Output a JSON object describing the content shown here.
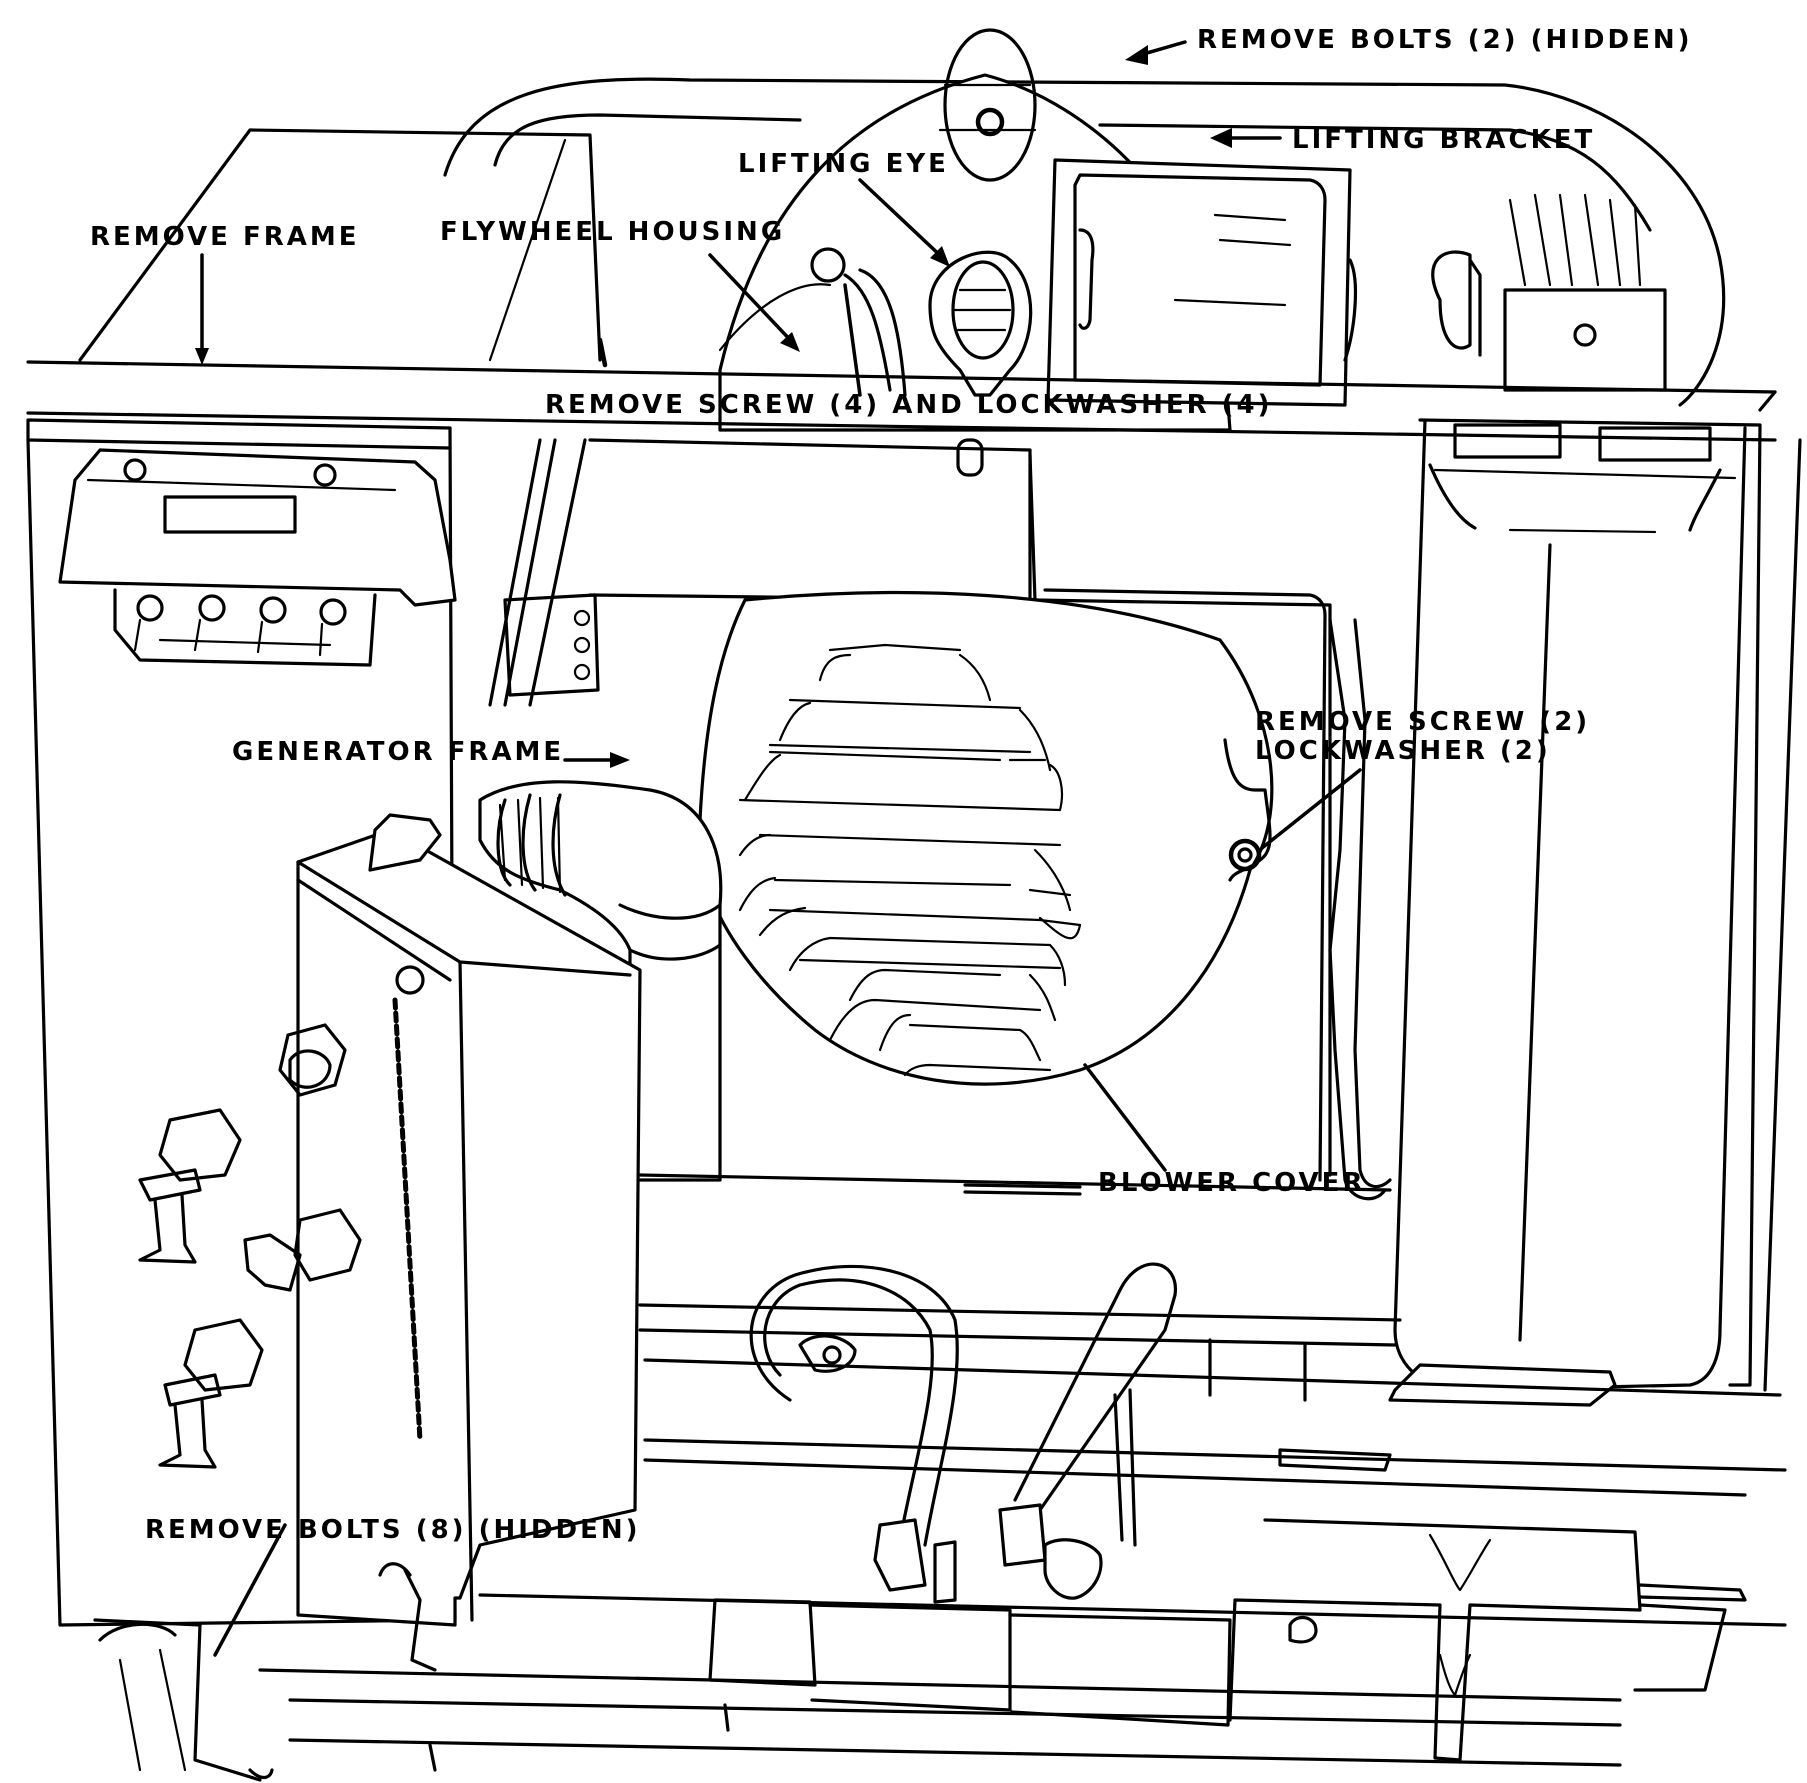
{
  "figure": {
    "type": "technical-line-drawing",
    "subject": "generator set — blower cover / flywheel housing removal",
    "colors": {
      "ink": "#000000",
      "paper": "#ffffff"
    }
  },
  "callouts": {
    "remove_bolts_2_hidden": "REMOVE BOLTS (2) (HIDDEN)",
    "lifting_bracket": "LIFTING BRACKET",
    "lifting_eye": "LIFTING EYE",
    "remove_frame": "REMOVE FRAME",
    "flywheel_housing": "FLYWHEEL HOUSING",
    "remove_screw_4_lockwasher_4": "REMOVE SCREW (4) AND LOCKWASHER (4)",
    "remove_screw_2": "REMOVE SCREW (2)",
    "lockwasher_2": "LOCKWASHER (2)",
    "generator_frame": "GENERATOR FRAME",
    "blower_cover": "BLOWER COVER",
    "remove_bolts_8_hidden": "REMOVE BOLTS (8) (HIDDEN)"
  }
}
